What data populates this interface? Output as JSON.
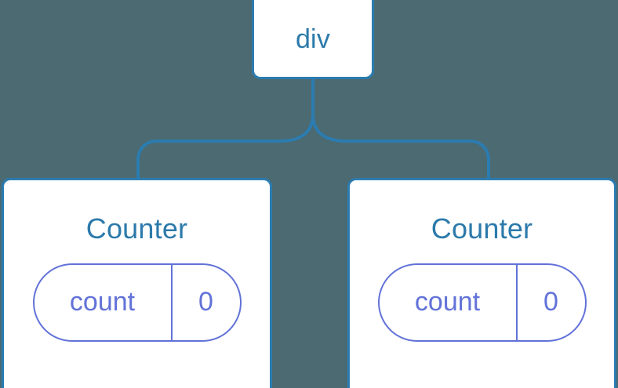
{
  "diagram": {
    "type": "component-tree",
    "background_color": "#4c6a72",
    "node_border_color": "#2b7cb0",
    "node_text_color": "#2c7aab",
    "pill_color": "#6272d8",
    "edge_color": "#2b7cb0"
  },
  "root": {
    "label": "div"
  },
  "children": [
    {
      "title": "Counter",
      "state": {
        "key": "count",
        "value": "0"
      }
    },
    {
      "title": "Counter",
      "state": {
        "key": "count",
        "value": "0"
      }
    }
  ]
}
